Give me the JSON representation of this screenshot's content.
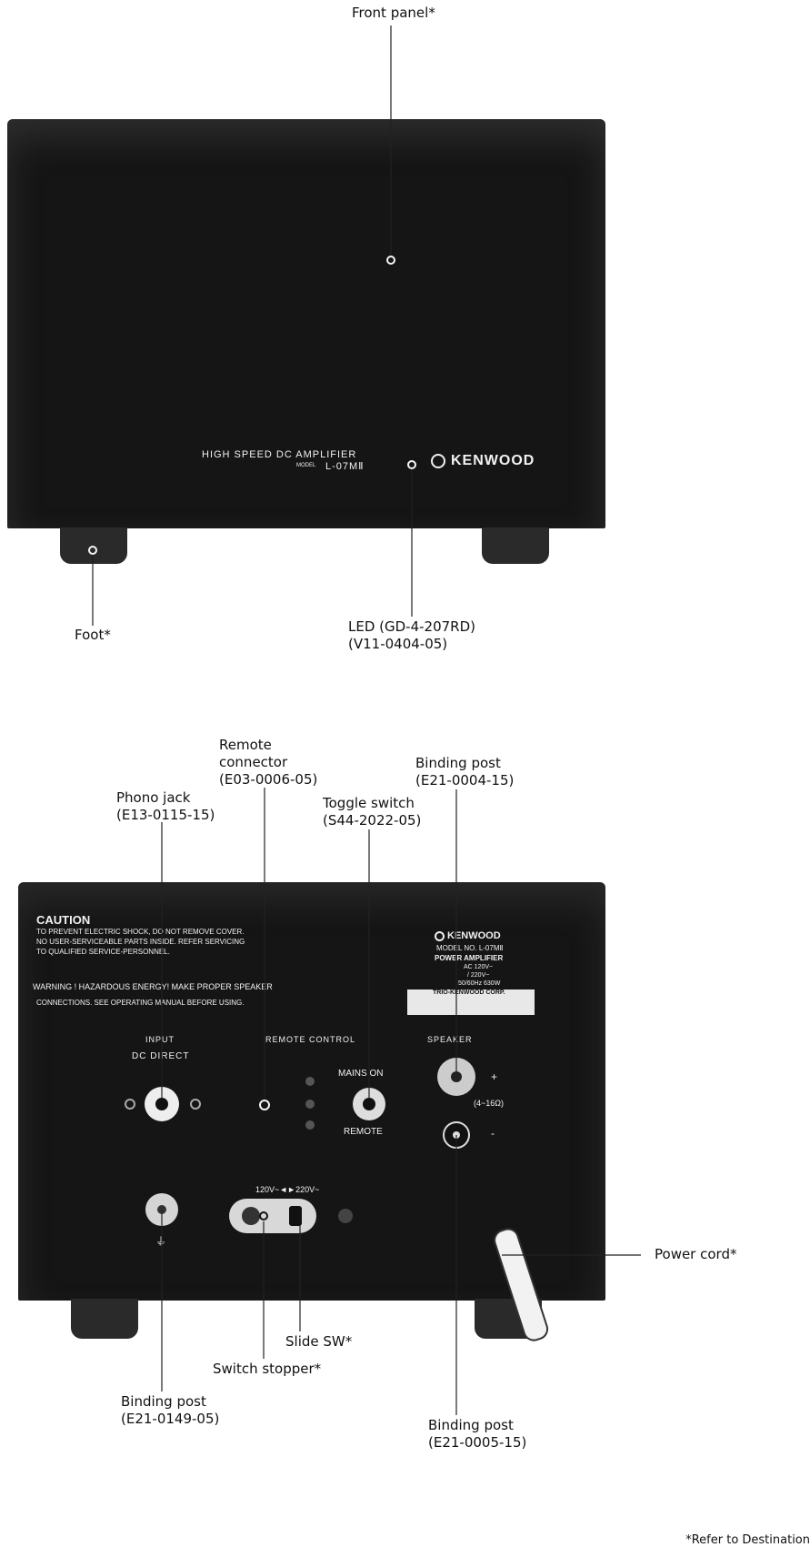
{
  "front": {
    "brand": "KENWOOD",
    "product_line": "HIGH SPEED DC AMPLIFIER",
    "model_prefix": "MODEL",
    "model": "L-07MⅡ",
    "callouts": {
      "front_panel": "Front panel*",
      "foot": "Foot*",
      "led_line1": "LED (GD-4-207RD)",
      "led_line2": "(V11-0404-05)"
    }
  },
  "rear": {
    "caution_title": "CAUTION",
    "caution_lines": [
      "TO PREVENT ELECTRIC SHOCK, DO NOT REMOVE COVER.",
      "NO USER-SERVICEABLE PARTS INSIDE. REFER SERVICING",
      "TO QUALIFIED SERVICE-PERSONNEL."
    ],
    "warning_line1": "WARNING ! HAZARDOUS ENERGY! MAKE PROPER SPEAKER",
    "warning_line2": "CONNECTIONS. SEE OPERATING MANUAL BEFORE USING.",
    "label_plate": {
      "brand": "KENWOOD",
      "model": "MODEL NO. L-07MⅡ",
      "type": "POWER AMPLIFIER",
      "voltage1": "AC 120V~",
      "voltage2": "/ 220V~",
      "rating": "50/60Hz 630W",
      "maker": "TRIO-KENWOOD CORP."
    },
    "sections": {
      "input": "INPUT",
      "input_sub": "DC DIRECT",
      "remote_control": "REMOTE CONTROL",
      "speaker": "SPEAKER"
    },
    "switch_labels": {
      "mains_on": "MAINS ON",
      "remote": "REMOTE"
    },
    "speaker_plus": "+",
    "speaker_minus": "-",
    "impedance": "(4~16Ω)",
    "voltage_selector": "120V~◄►220V~",
    "callouts": {
      "remote_connector": [
        "Remote",
        "connector",
        "(E03-0006-05)"
      ],
      "phono_jack": [
        "Phono jack",
        "(E13-0115-15)"
      ],
      "toggle_switch": [
        "Toggle switch",
        "(S44-2022-05)"
      ],
      "binding_post_top": [
        "Binding post",
        "(E21-0004-15)"
      ],
      "power_cord": "Power cord*",
      "slide_sw": "Slide SW*",
      "switch_stopper": "Switch stopper*",
      "binding_post_ground": [
        "Binding post",
        "(E21-0149-05)"
      ],
      "binding_post_bottom": [
        "Binding post",
        "(E21-0005-15)"
      ]
    }
  },
  "footnote": "*Refer to Destination",
  "colors": {
    "panel": "#151515",
    "foot": "#2a2a2a",
    "line": "#222222",
    "panel_text": "#f0f0f0"
  }
}
